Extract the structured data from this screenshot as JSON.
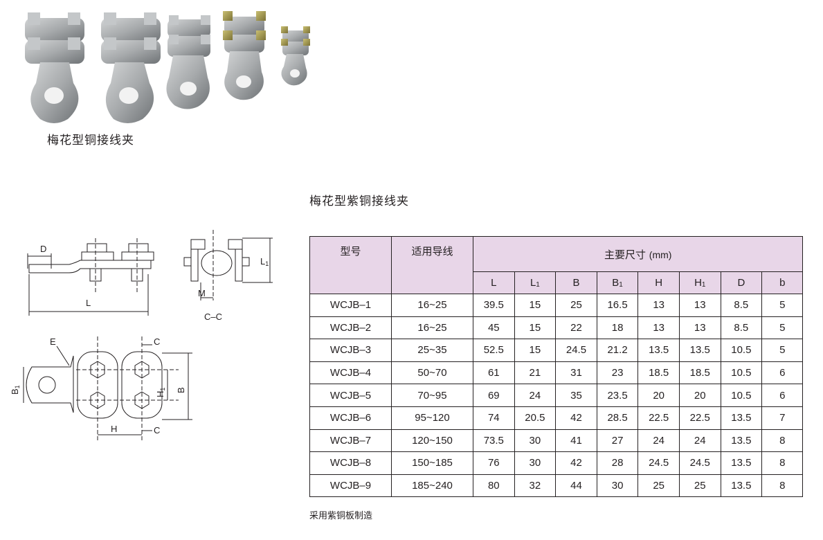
{
  "photo_caption": "梅花型铜接线夹",
  "table_title": "梅花型紫铜接线夹",
  "drawing_labels": {
    "d": "D",
    "l": "L",
    "l1": "L",
    "l1_sub": "1",
    "m": "M",
    "section": "C–C",
    "e": "E",
    "c_top": "C",
    "c_bottom": "C",
    "b1": "B",
    "b1_sub": "1",
    "h1": "H",
    "h1_sub": "1",
    "b": "B",
    "h": "H"
  },
  "table": {
    "header": {
      "model": "型号",
      "wire": "适用导线",
      "main_dims": "主要尺寸",
      "unit": "(mm)"
    },
    "dim_columns": [
      {
        "base": "L",
        "sub": ""
      },
      {
        "base": "L",
        "sub": "1"
      },
      {
        "base": "B",
        "sub": ""
      },
      {
        "base": "B",
        "sub": "1"
      },
      {
        "base": "H",
        "sub": ""
      },
      {
        "base": "H",
        "sub": "1"
      },
      {
        "base": "D",
        "sub": ""
      },
      {
        "base": "b",
        "sub": ""
      }
    ],
    "rows": [
      [
        "WCJB–1",
        "16~25",
        "39.5",
        "15",
        "25",
        "16.5",
        "13",
        "13",
        "8.5",
        "5"
      ],
      [
        "WCJB–2",
        "16~25",
        "45",
        "15",
        "22",
        "18",
        "13",
        "13",
        "8.5",
        "5"
      ],
      [
        "WCJB–3",
        "25~35",
        "52.5",
        "15",
        "24.5",
        "21.2",
        "13.5",
        "13.5",
        "10.5",
        "5"
      ],
      [
        "WCJB–4",
        "50~70",
        "61",
        "21",
        "31",
        "23",
        "18.5",
        "18.5",
        "10.5",
        "6"
      ],
      [
        "WCJB–5",
        "70~95",
        "69",
        "24",
        "35",
        "23.5",
        "20",
        "20",
        "10.5",
        "6"
      ],
      [
        "WCJB–6",
        "95~120",
        "74",
        "20.5",
        "42",
        "28.5",
        "22.5",
        "22.5",
        "13.5",
        "7"
      ],
      [
        "WCJB–7",
        "120~150",
        "73.5",
        "30",
        "41",
        "27",
        "24",
        "24",
        "13.5",
        "8"
      ],
      [
        "WCJB–8",
        "150~185",
        "76",
        "30",
        "42",
        "28",
        "24.5",
        "24.5",
        "13.5",
        "8"
      ],
      [
        "WCJB–9",
        "185~240",
        "80",
        "32",
        "44",
        "30",
        "25",
        "25",
        "13.5",
        "8"
      ]
    ]
  },
  "footnote": "采用紫铜板制造",
  "colors": {
    "header_bg": "#e8d6e8",
    "metal": "#a9acae",
    "brass": "#a99a4e"
  }
}
